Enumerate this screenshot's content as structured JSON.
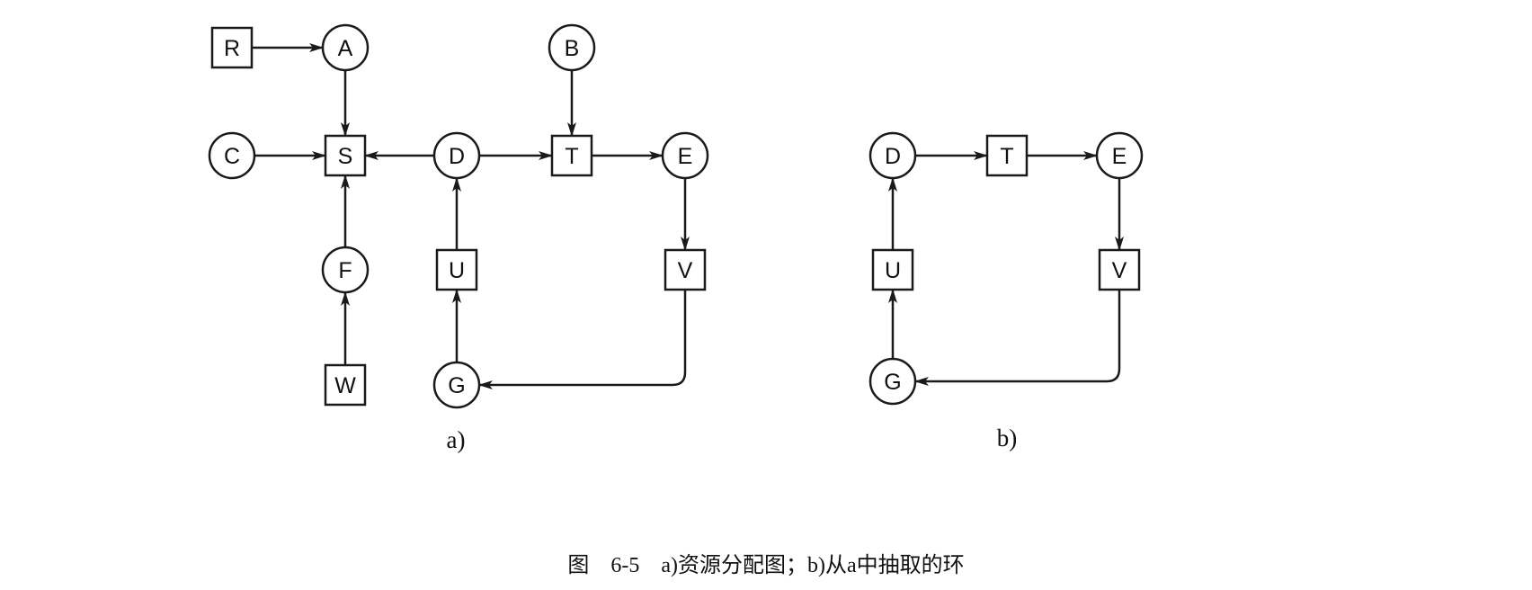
{
  "diagrams": [
    {
      "id": "a",
      "label": "a)",
      "nodes": [
        {
          "id": "R",
          "label": "R",
          "shape": "square"
        },
        {
          "id": "A",
          "label": "A",
          "shape": "circle"
        },
        {
          "id": "B",
          "label": "B",
          "shape": "circle"
        },
        {
          "id": "C",
          "label": "C",
          "shape": "circle"
        },
        {
          "id": "S",
          "label": "S",
          "shape": "square"
        },
        {
          "id": "D",
          "label": "D",
          "shape": "circle"
        },
        {
          "id": "T",
          "label": "T",
          "shape": "square"
        },
        {
          "id": "E",
          "label": "E",
          "shape": "circle"
        },
        {
          "id": "F",
          "label": "F",
          "shape": "circle"
        },
        {
          "id": "U",
          "label": "U",
          "shape": "square"
        },
        {
          "id": "V",
          "label": "V",
          "shape": "square"
        },
        {
          "id": "W",
          "label": "W",
          "shape": "square"
        },
        {
          "id": "G",
          "label": "G",
          "shape": "circle"
        }
      ],
      "edges": [
        {
          "from": "R",
          "to": "A"
        },
        {
          "from": "A",
          "to": "S"
        },
        {
          "from": "C",
          "to": "S"
        },
        {
          "from": "D",
          "to": "S"
        },
        {
          "from": "D",
          "to": "T"
        },
        {
          "from": "B",
          "to": "T"
        },
        {
          "from": "T",
          "to": "E"
        },
        {
          "from": "E",
          "to": "V"
        },
        {
          "from": "F",
          "to": "S"
        },
        {
          "from": "W",
          "to": "F"
        },
        {
          "from": "U",
          "to": "D"
        },
        {
          "from": "G",
          "to": "U"
        },
        {
          "from": "V",
          "to": "G"
        }
      ]
    },
    {
      "id": "b",
      "label": "b)",
      "nodes": [
        {
          "id": "D",
          "label": "D",
          "shape": "circle"
        },
        {
          "id": "T",
          "label": "T",
          "shape": "square"
        },
        {
          "id": "E",
          "label": "E",
          "shape": "circle"
        },
        {
          "id": "U",
          "label": "U",
          "shape": "square"
        },
        {
          "id": "V",
          "label": "V",
          "shape": "square"
        },
        {
          "id": "G",
          "label": "G",
          "shape": "circle"
        }
      ],
      "edges": [
        {
          "from": "D",
          "to": "T"
        },
        {
          "from": "T",
          "to": "E"
        },
        {
          "from": "E",
          "to": "V"
        },
        {
          "from": "U",
          "to": "D"
        },
        {
          "from": "G",
          "to": "U"
        },
        {
          "from": "V",
          "to": "G"
        }
      ]
    }
  ],
  "caption": "图　6-5　a)资源分配图；b)从a中抽取的环"
}
